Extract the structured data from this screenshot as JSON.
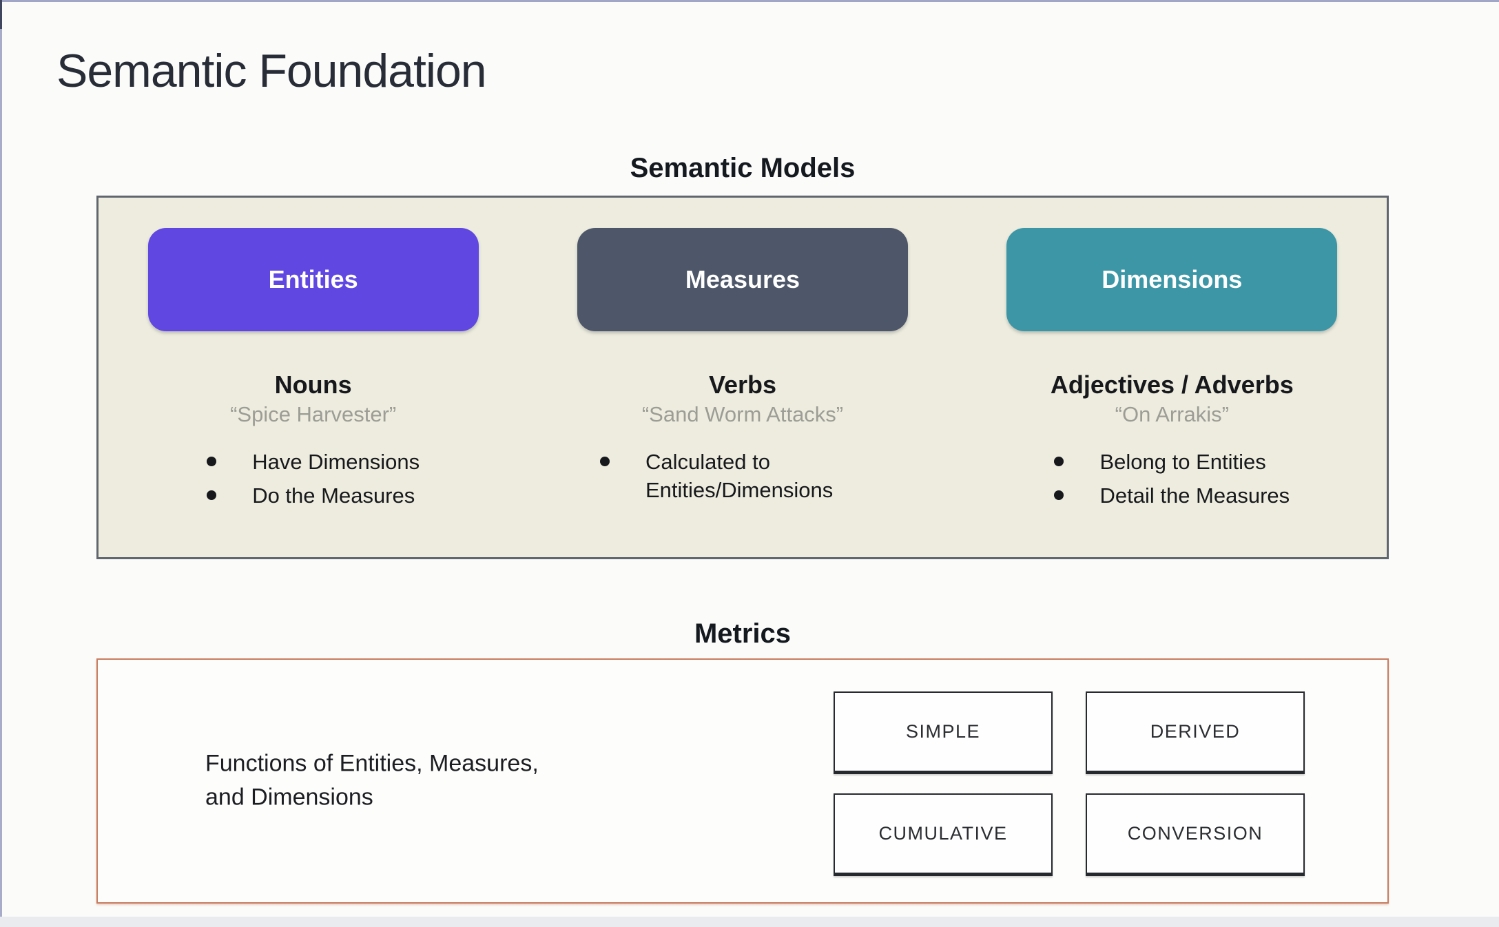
{
  "page": {
    "title": "Semantic Foundation"
  },
  "semantic_models": {
    "heading": "Semantic Models",
    "columns": [
      {
        "pill": "Entities",
        "pill_color": "#6147e2",
        "role": "Nouns",
        "example": "“Spice Harvester”",
        "bullets": [
          "Have Dimensions",
          "Do the Measures"
        ]
      },
      {
        "pill": "Measures",
        "pill_color": "#4e5769",
        "role": "Verbs",
        "example": "“Sand Worm Attacks”",
        "bullets": [
          "Calculated to Entities/Dimensions"
        ]
      },
      {
        "pill": "Dimensions",
        "pill_color": "#3c96a6",
        "role": "Adjectives / Adverbs",
        "example": "“On Arrakis”",
        "bullets": [
          "Belong to Entities",
          "Detail the Measures"
        ]
      }
    ]
  },
  "metrics": {
    "heading": "Metrics",
    "description_line1": "Functions of Entities, Measures,",
    "description_line2": "and Dimensions",
    "types": [
      "SIMPLE",
      "DERIVED",
      "CUMULATIVE",
      "CONVERSION"
    ]
  },
  "colors": {
    "panel_background": "#edecdf",
    "panel_border": "#60666f",
    "metrics_border": "#c87c60",
    "metric_box_border": "#26292e",
    "page_background": "#fbfcfa",
    "bottom_strip": "#e9ebee",
    "frame_line": "#a2a6c6"
  }
}
